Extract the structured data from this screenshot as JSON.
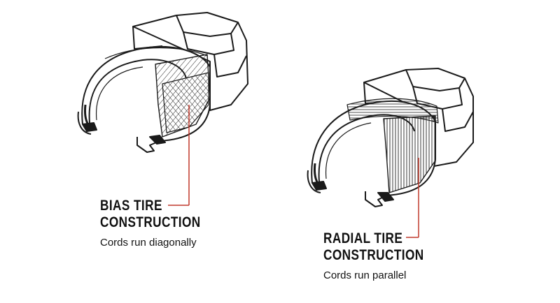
{
  "accent_color": "#c0392b",
  "bias": {
    "title_line1": "BIAS TIRE",
    "title_line2": "CONSTRUCTION",
    "caption": "Cords run diagonally"
  },
  "radial": {
    "title_line1": "RADIAL TIRE",
    "title_line2": "CONSTRUCTION",
    "caption": "Cords run parallel"
  }
}
